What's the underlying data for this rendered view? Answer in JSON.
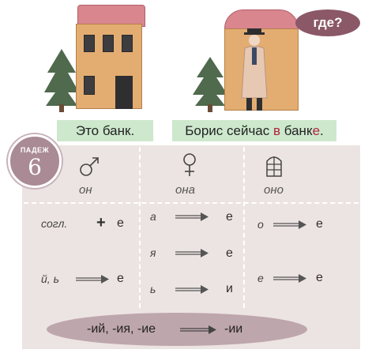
{
  "bubble": {
    "text": "где?"
  },
  "captions": {
    "left": "Это банк.",
    "right_prefix": "Борис сейчас ",
    "right_prep": "в",
    "right_space": " ",
    "right_word_start": "банк",
    "right_word_end": "е",
    "right_period": "."
  },
  "case": {
    "label": "ПАДЕЖ",
    "number": "6"
  },
  "genders": {
    "masculine": "он",
    "feminine": "она",
    "neuter": "оно"
  },
  "masculine_rows": [
    {
      "from": "согл.",
      "plus": "+",
      "to": "е"
    },
    {
      "from": "й, ь",
      "to": "е"
    }
  ],
  "feminine_rows": [
    {
      "from": "а",
      "to": "е"
    },
    {
      "from": "я",
      "to": "е"
    },
    {
      "from": "ь",
      "to": "и"
    }
  ],
  "neuter_rows": [
    {
      "from": "о",
      "to": "е"
    },
    {
      "from": "е",
      "to": "е"
    }
  ],
  "special": {
    "from": "-ий, -ия, -ие",
    "to": "-ии"
  },
  "colors": {
    "bubble": "#8b5868",
    "caption_bg": "#cde8cd",
    "table_bg": "#ece4e2",
    "accent_red": "#b0233a",
    "pill": "#bea6ad"
  }
}
